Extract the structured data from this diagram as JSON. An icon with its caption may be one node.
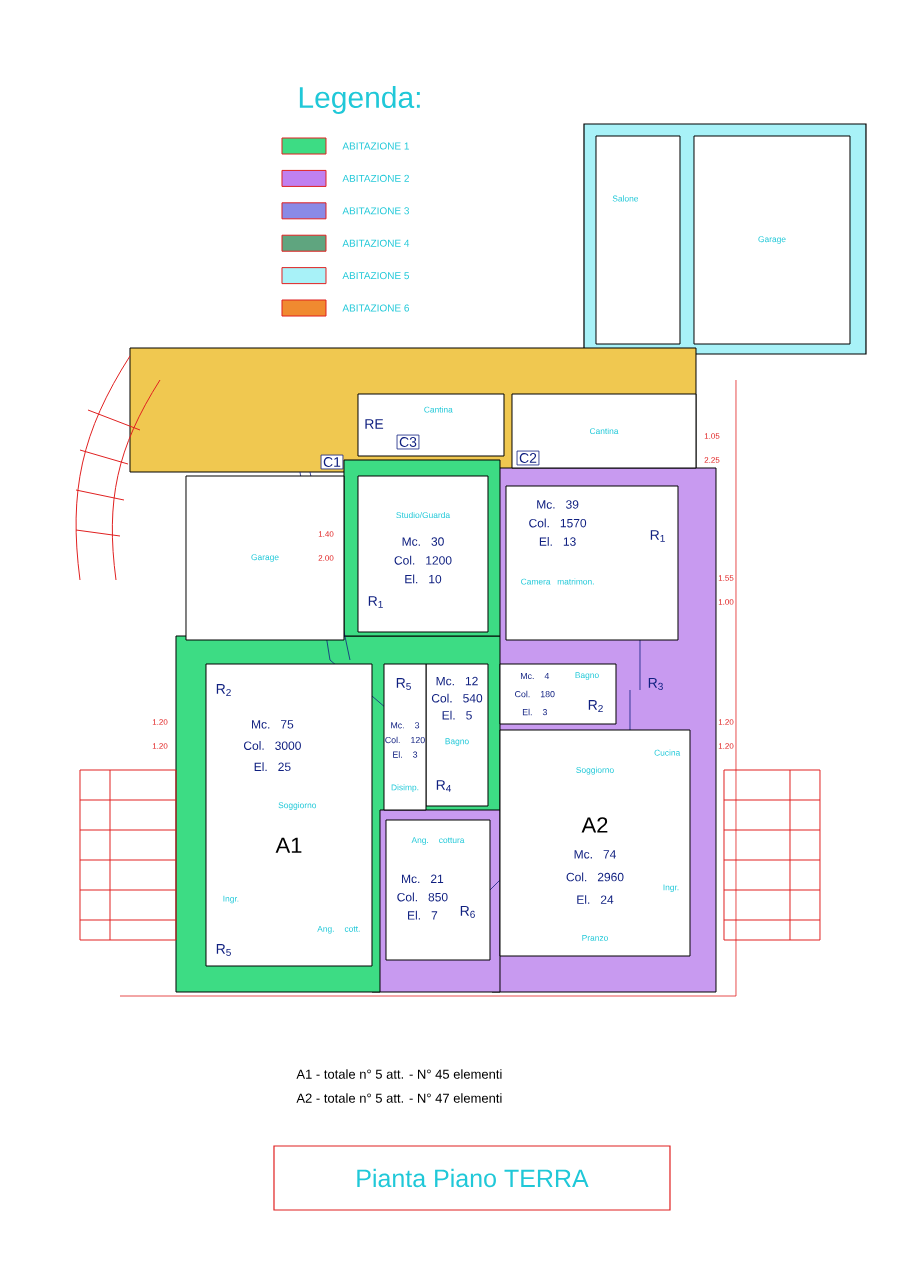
{
  "diagram": {
    "caption": "Pianta Piano TERRA",
    "nodes": [
      {
        "text": [
          "Salone"
        ]
      },
      {
        "text": [
          "Garage"
        ]
      },
      {
        "text": [
          "Cantina"
        ]
      },
      {
        "text": [
          "Cantina"
        ]
      },
      {
        "text": [
          "Garage"
        ]
      },
      {
        "text": [
          "Studio/Guarda",
          "Mc. 30",
          "Col. 1200",
          "El. 10"
        ]
      },
      {
        "text": [
          "Mc. 39",
          "Col. 1570",
          "El. 13",
          "Camera matrimon."
        ]
      },
      {
        "text": [
          "Mc. 12",
          "Col. 540",
          "El. 5",
          "Bagno"
        ]
      },
      {
        "text": [
          "Mc. 3",
          "Col. 120",
          "El. 3",
          "Disimp."
        ]
      },
      {
        "text": [
          "Mc. 4",
          "Col. 180",
          "El. 3",
          "Bagno"
        ]
      },
      {
        "text": [
          "Mc. 75",
          "Col. 3000",
          "El. 25",
          "Soggiorno",
          "A1",
          "Ingr.",
          "Ang. cott."
        ]
      },
      {
        "text": [
          "Soggiorno",
          "A2",
          "Mc. 74",
          "Col. 2960",
          "El. 24",
          "Cucina",
          "Ingr.",
          "Pranzo"
        ]
      },
      {
        "text": [
          "Ang. cottura",
          "Mc. 21",
          "Col. 850",
          "El. 7"
        ]
      }
    ],
    "labels": [
      "Legenda:",
      "RE",
      "C3",
      "C1",
      "C2",
      "1.05 2.25",
      "1.40 2.00",
      "R$_{1}$",
      "R$_{1}$",
      "1.55 1.00",
      "R$_{2}$",
      "R$_{5}$",
      "R$_{3}$",
      "R$_{2}$",
      "1.20 1.20",
      "1.20 1.20",
      "R$_{4}$",
      "R$_{6}$",
      "R$_{5}$",
      "A1 - totale n° 5 att. - N° 45 elementi",
      "A2 - totale n° 5 att. - N° 47 elementi"
    ],
    "legend": [
      {
        "text": "ABITAZIONE 1",
        "color": "#3ddc84"
      },
      {
        "text": "ABITAZIONE 2",
        "color": "#c080f0"
      },
      {
        "text": "ABITAZIONE 3",
        "color": "#8a8ae6"
      },
      {
        "text": "ABITAZIONE 4",
        "color": "#5fa57f"
      },
      {
        "text": "ABITAZIONE 5",
        "color": "#a8f2f8"
      },
      {
        "text": "ABITAZIONE 6",
        "color": "#f08a30"
      }
    ]
  }
}
